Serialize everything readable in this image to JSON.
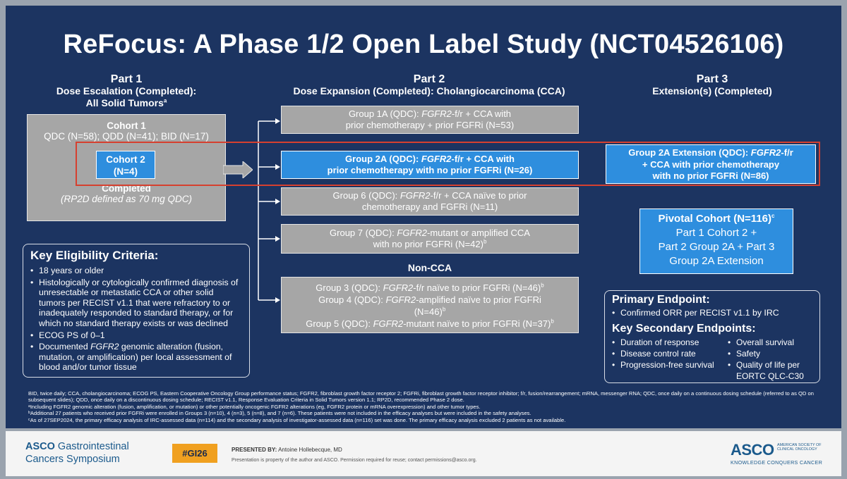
{
  "slide": {
    "title": "ReFocus: A Phase 1/2 Open Label Study (NCT04526106)",
    "part1": {
      "heading": "Part 1",
      "sub1": "Dose Escalation (Completed):",
      "sub2": "All Solid Tumors",
      "sub2_sup": "a",
      "cohort1_title": "Cohort 1",
      "cohort1_detail": "QDC (N=58); QDD (N=41); BID (N=17)",
      "cohort2_line1": "Cohort 2",
      "cohort2_line2": "(N=4)",
      "completed_label": "Completed",
      "rp2d_note": "(RP2D defined as 70 mg QDC)"
    },
    "part2": {
      "heading": "Part 2",
      "sub1": "Dose Expansion (Completed): Cholangiocarcinoma (CCA)",
      "noncca_label": "Non-CCA",
      "group1a": {
        "a": "Group 1A (QDC): ",
        "gene": "FGFR2",
        "b": "-f/r + CCA with",
        "line2": "prior chemotherapy + prior FGFRi (N=53)"
      },
      "group2a": {
        "a": "Group 2A (QDC): ",
        "gene": "FGFR2",
        "b": "-f/r + CCA with",
        "line2": "prior chemotherapy with no prior FGFRi (N=26)"
      },
      "group6": {
        "a": "Group 6 (QDC): ",
        "gene": "FGFR2",
        "b": "-f/r + CCA naïve to prior",
        "line2": "chemotherapy and FGFRi (N=11)"
      },
      "group7": {
        "a": "Group 7 (QDC): ",
        "gene": "FGFR2",
        "b": "-mutant or amplified CCA",
        "line2": "with no prior FGFRi (N=42)",
        "sup": "b"
      },
      "group3": {
        "a": "Group 3 (QDC): ",
        "gene": "FGFR2",
        "b": "-f/r naïve to prior FGFRi (N=46)",
        "sup": "b"
      },
      "group4": {
        "a": "Group 4 (QDC): ",
        "gene": "FGFR2",
        "b": "-amplified naïve to prior FGFRi",
        "line2": "(N=46)",
        "sup": "b"
      },
      "group5": {
        "a": "Group 5 (QDC): ",
        "gene": "FGFR2",
        "b": "-mutant naïve to prior FGFRi (N=37)",
        "sup": "b"
      }
    },
    "part3": {
      "heading": "Part 3",
      "sub1": "Extension(s) (Completed)",
      "ext": {
        "a": "Group 2A Extension (QDC): ",
        "gene": "FGFR2",
        "b": "-f/r",
        "line2": "+ CCA with prior chemotherapy",
        "line3": "with no prior FGFRi (N=86)"
      },
      "pivotal": {
        "title": "Pivotal Cohort (N=116)",
        "title_sup": "c",
        "line1": "Part 1 Cohort 2 +",
        "line2": "Part 2 Group 2A + Part 3",
        "line3": "Group 2A Extension"
      }
    },
    "eligibility": {
      "heading": "Key Eligibility Criteria:",
      "items": [
        "18 years or older",
        "Histologically or cytologically confirmed diagnosis of unresectable or metastatic CCA or other solid tumors per RECIST v1.1 that were refractory to or inadequately responded to standard therapy, or for which no standard therapy exists or was declined",
        "ECOG PS of 0–1"
      ],
      "last_item_a": "Documented ",
      "last_item_gene": "FGFR2",
      "last_item_b": " genomic alteration (fusion, mutation, or amplification) per local assessment of blood and/or tumor tissue"
    },
    "endpoints": {
      "primary_heading": "Primary Endpoint:",
      "primary_items": [
        "Confirmed ORR per RECIST v1.1 by IRC"
      ],
      "secondary_heading": "Key Secondary Endpoints:",
      "secondary_left": [
        "Duration of response",
        "Disease control rate",
        "Progression-free survival"
      ],
      "secondary_right": [
        "Overall survival",
        "Safety",
        "Quality of life per EORTC QLC-C30"
      ]
    },
    "footnotes": [
      "BID, twice daily; CCA, cholangiocarcinoma; ECOG PS, Eastern Cooperative Oncology Group performance status; FGFR2, fibroblast growth factor receptor 2; FGFRi, fibroblast growth factor receptor inhibitor; f/r, fusion/rearrangement; mRNA, messenger RNA; QDC, once daily on a continuous dosing schedule (referred to as QD on subsequent slides); QDD, once daily on a discontinuous dosing schedule; RECIST v1.1, Response Evaluation Criteria in Solid Tumors version 1.1; RP2D, recommended Phase 2 dose.",
      "ᵃIncluding FGFR2 genomic alteration (fusion, amplification, or mutation) or other potentially oncogenic FGFR2 alterations (eg, FGFR2 protein or mRNA overexpression) and other tumor types.",
      "ᵇAdditional 27 patients who received prior FGFRi were enrolled in Groups 3 (n=10), 4 (n=3), 5 (n=8), and 7 (n=6). These patients were not included in the efficacy analyses but were included in the safety analyses.",
      "ᶜAs of 27SEP2024, the primary efficacy analysis of IRC-assessed data (n=114) and the secondary analysis of investigator-assessed data (n=116) set was done. The primary efficacy analysis excluded 2 patients as not available."
    ]
  },
  "footer": {
    "asco_line1_a": "ASCO",
    "asco_line1_b": " Gastrointestinal",
    "asco_line2": "Cancers Symposium",
    "hashtag": "#GI26",
    "presented_by_label": "PRESENTED BY:",
    "presenter_name": " Antoine Hollebecque, MD",
    "property_note": "Presentation is property of the author and ASCO. Permission required for reuse; contact permissions@asco.org.",
    "asco_logo": "ASCO",
    "asco_logo_sub": "AMERICAN SOCIETY OF CLINICAL ONCOLOGY",
    "asco_tagline": "KNOWLEDGE CONQUERS CANCER"
  },
  "colors": {
    "background": "#1c3461",
    "gray_box": "#a6a6a6",
    "blue_box": "#2e8ede",
    "highlight": "#d6402f",
    "hashtag_bg": "#f0a020"
  }
}
